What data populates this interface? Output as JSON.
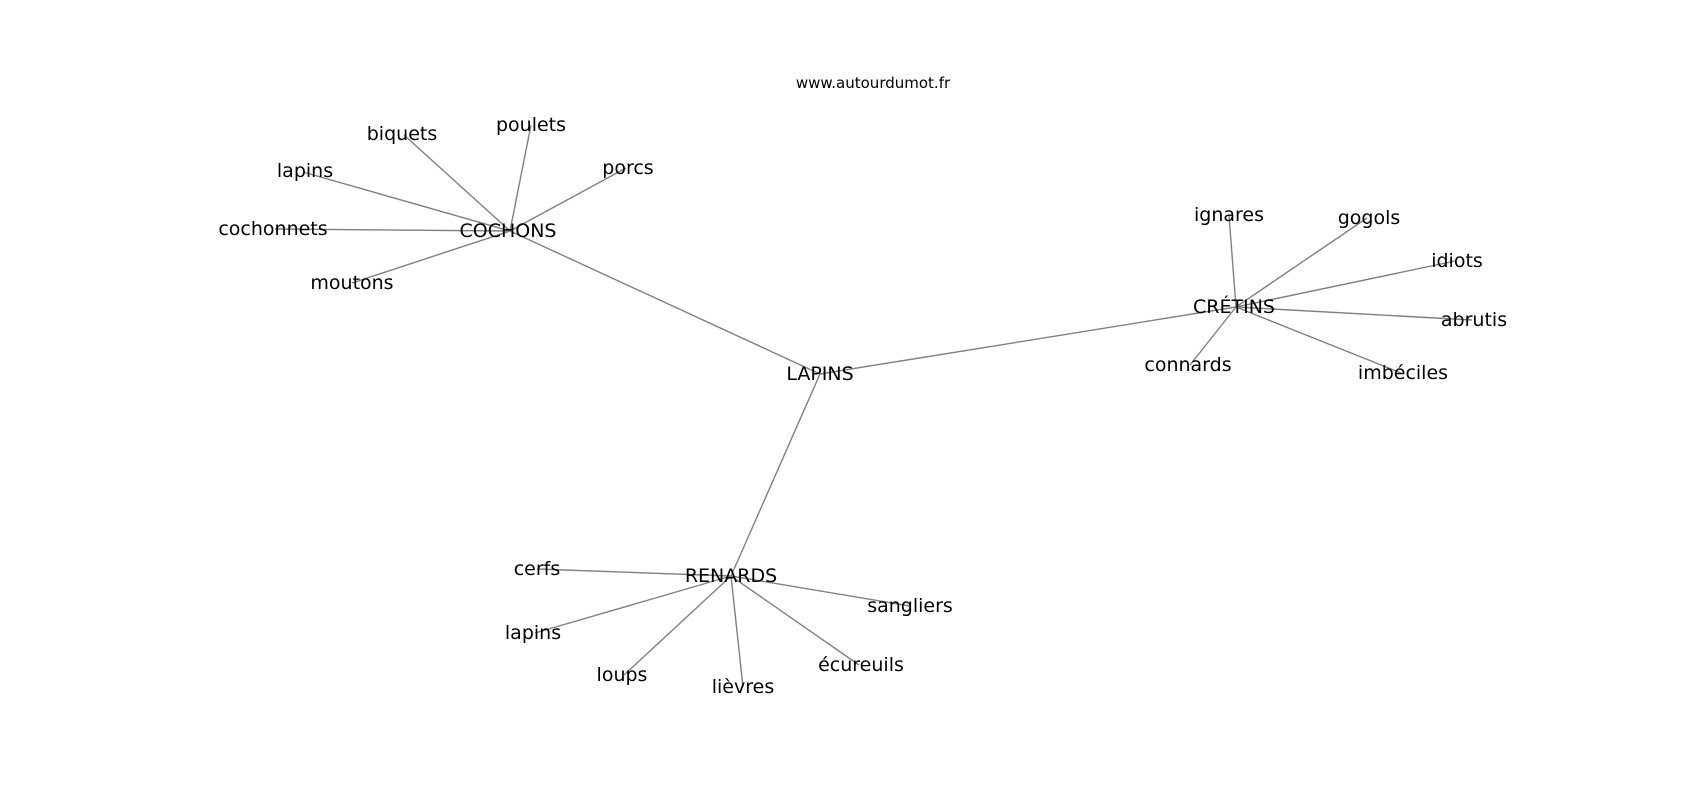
{
  "site_label": "www.autourdumot.fr",
  "center": {
    "label": "LAPINS"
  },
  "clusters": [
    {
      "hub": "COCHONS",
      "leaves": [
        "biquets",
        "poulets",
        "lapins",
        "porcs",
        "cochonnets",
        "moutons"
      ]
    },
    {
      "hub": "CRÉTINS",
      "leaves": [
        "ignares",
        "gogols",
        "idiots",
        "abrutis",
        "connards",
        "imbéciles"
      ]
    },
    {
      "hub": "RENARDS",
      "leaves": [
        "cerfs",
        "sangliers",
        "lapins",
        "écureuils",
        "loups",
        "lièvres"
      ]
    }
  ],
  "colors": {
    "edge": "#808080",
    "text": "#000000",
    "background": "#ffffff"
  }
}
